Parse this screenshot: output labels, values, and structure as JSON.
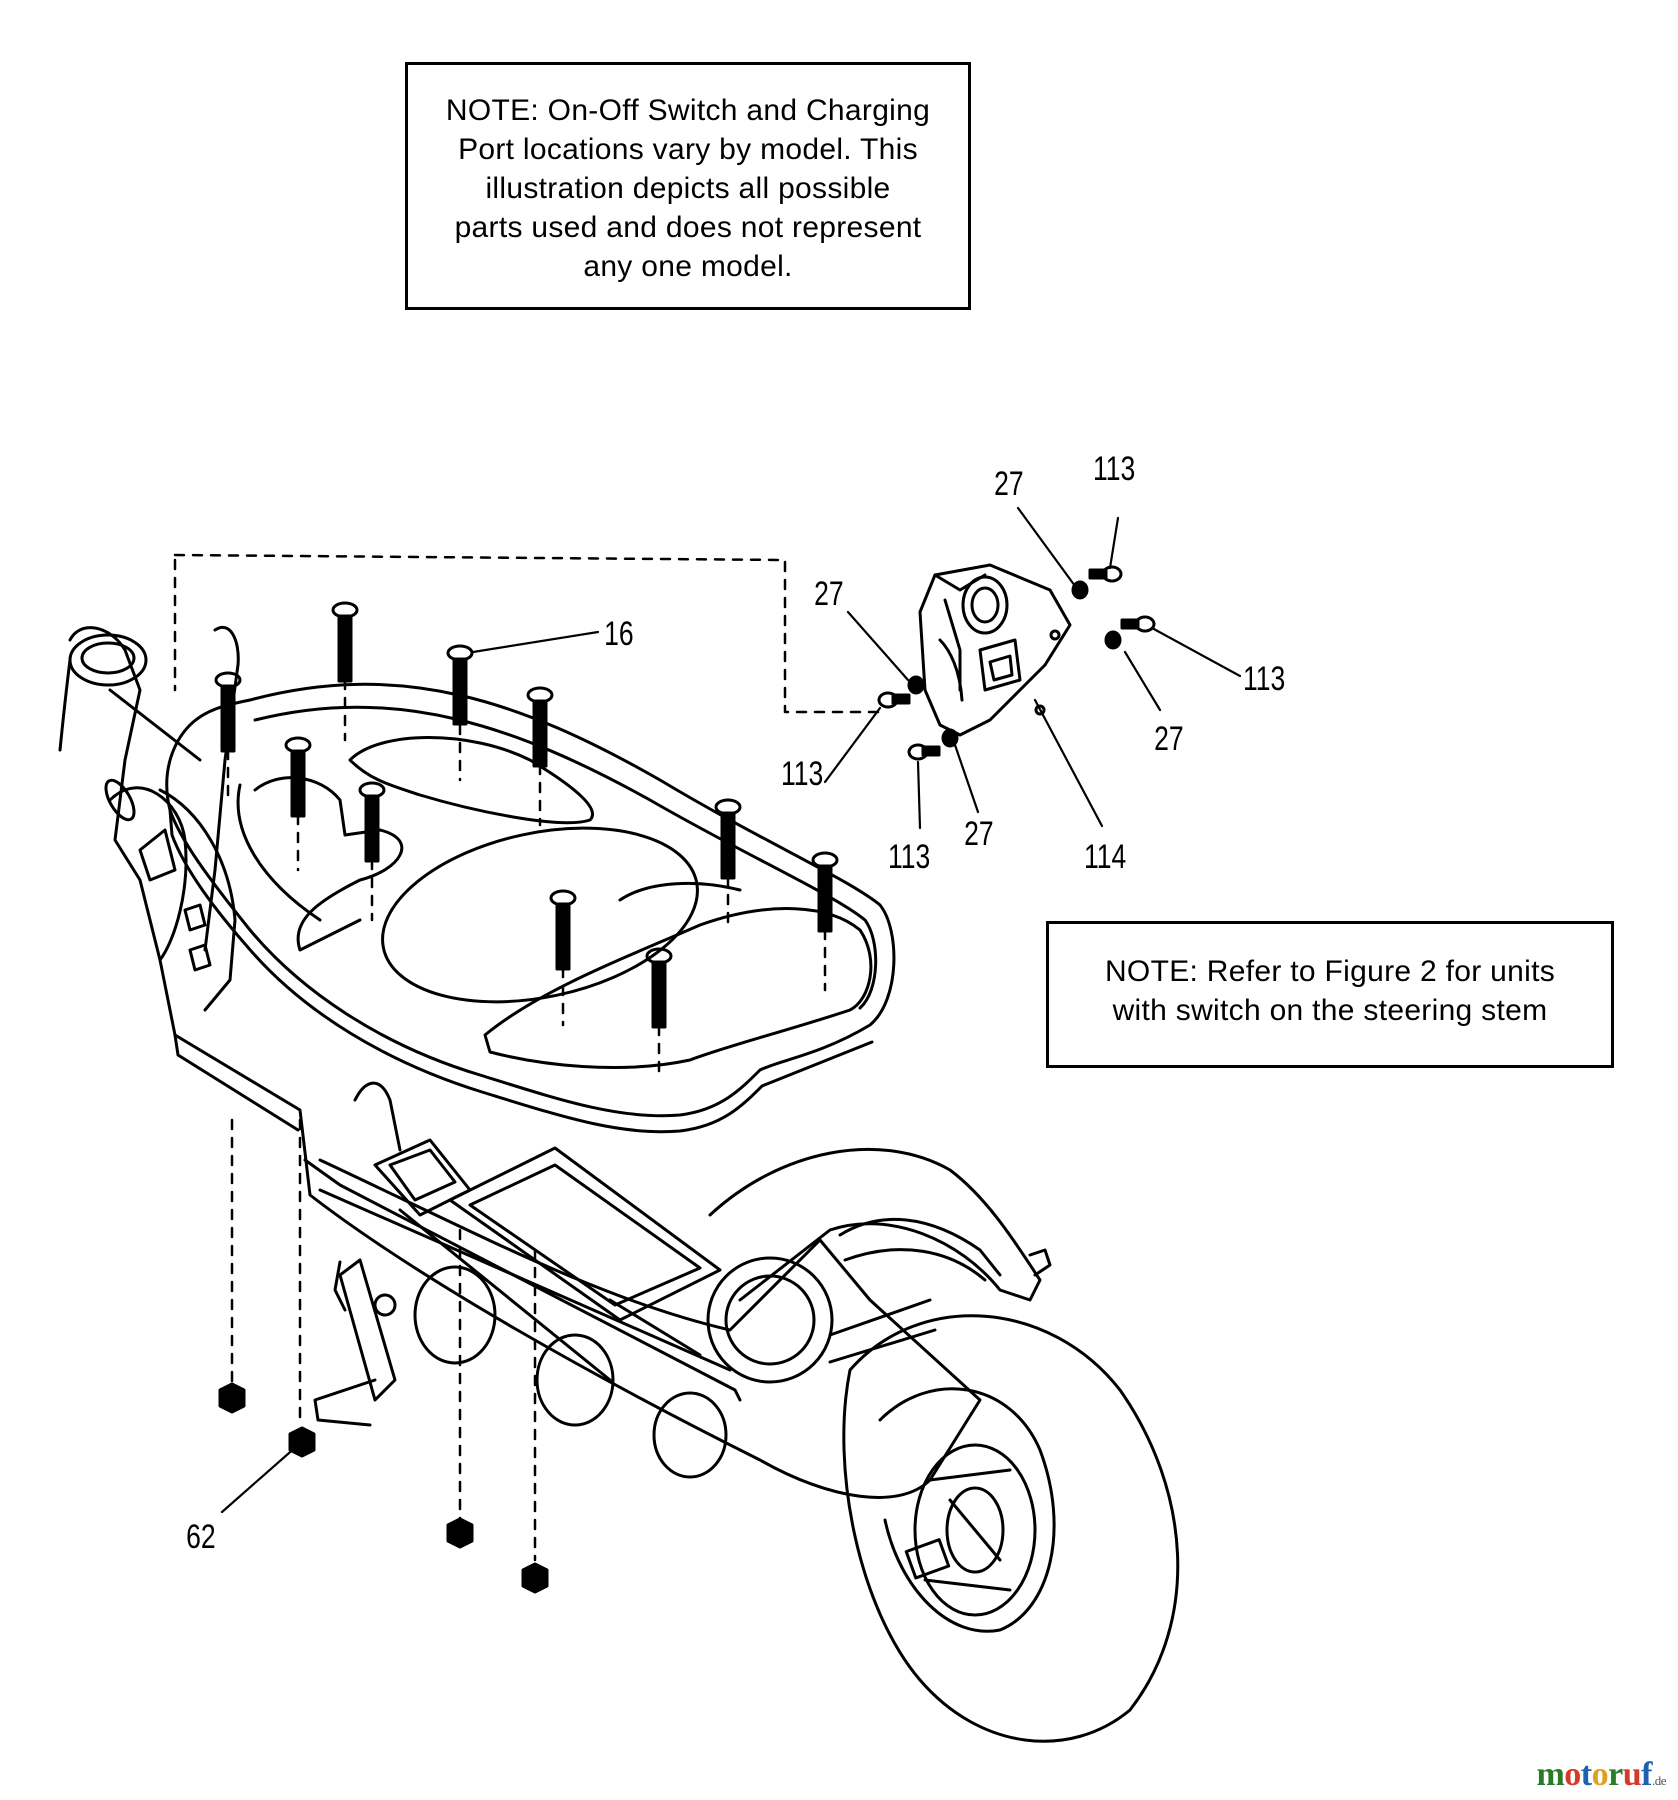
{
  "notes": {
    "top": [
      "NOTE: On-Off Switch and Charging",
      "Port locations vary by model. This",
      "illustration depicts all possible",
      "parts used and does not represent",
      "any one model."
    ],
    "right": [
      "NOTE: Refer to Figure 2 for units",
      "with switch on the steering stem"
    ]
  },
  "callouts": {
    "c16": "16",
    "c27a": "27",
    "c113a": "113",
    "c27b": "27",
    "c113b": "113",
    "c27c": "27",
    "c113c": "113",
    "c113d": "113",
    "c27d": "27",
    "c114": "114",
    "c62": "62"
  },
  "watermark": {
    "brand_letters": [
      "m",
      "o",
      "t",
      "o",
      "r",
      "u",
      "f"
    ],
    "suffix": ".de"
  },
  "colors": {
    "line": "#000000",
    "watermark": [
      "#2a7a2a",
      "#d33a2a",
      "#2060b0",
      "#e0a020",
      "#2a7a2a",
      "#d33a2a",
      "#2060b0"
    ]
  }
}
